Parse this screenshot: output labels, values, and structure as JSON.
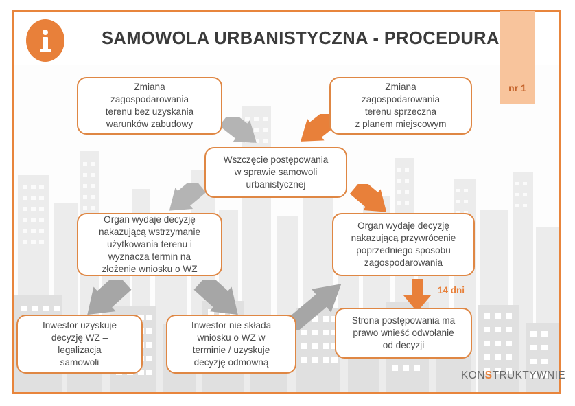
{
  "header": {
    "title": "SAMOWOLA URBANISTYCZNA - PROCEDURA",
    "info_icon": "info-circle-icon",
    "badge": "nr 1"
  },
  "colors": {
    "accent_orange": "#e8803a",
    "box_border": "#df8744",
    "badge_bg": "#f8c49c",
    "arrow_gray": "#a8a8a8",
    "text_gray": "#4a4a4a",
    "city_gray": "#e2e2e2"
  },
  "boxes": [
    {
      "id": "zmiana-bez-wz",
      "text": "Zmiana\nzagospodarowania\nterenu bez uzyskania\nwarunków zabudowy"
    },
    {
      "id": "zmiana-sprzeczna",
      "text": "Zmiana\nzagospodarowania\nterenu sprzeczna\nz planem miejscowym"
    },
    {
      "id": "wszczecie",
      "text": "Wszczęcie postępowania\nw sprawie samowoli\nurbanistycznej"
    },
    {
      "id": "wstrzymanie",
      "text": "Organ wydaje decyzję\nnakazującą wstrzymanie\nużytkowania terenu i\nwyznacza termin na\nzłożenie wniosku o WZ"
    },
    {
      "id": "przywrocenie",
      "text": "Organ wydaje decyzję\nnakazującą przywrócenie\npoprzedniego sposobu\nzagospodarowania"
    },
    {
      "id": "legalizacja",
      "text": "Inwestor uzyskuje\ndecyzję WZ –\nlegalizacja\nsamowoli"
    },
    {
      "id": "odmowna",
      "text": "Inwestor nie składa\nwniosku o WZ w\nterminie / uzyskuje\ndecyzję odmowną"
    },
    {
      "id": "odwolanie",
      "text": "Strona postępowania ma\nprawo wnieść odwołanie\nod decyzji"
    }
  ],
  "annotations": {
    "deadline": "14 dni"
  },
  "logo": {
    "part1": "KON",
    "accent": "S",
    "part2": "TRUKTYWNIE"
  }
}
